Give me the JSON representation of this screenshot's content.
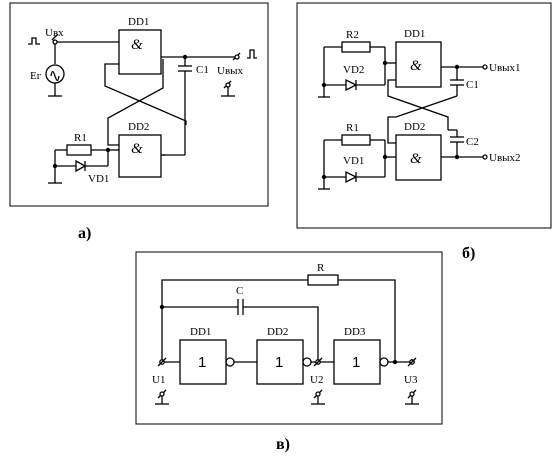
{
  "panel_a": {
    "caption": "а)",
    "gate1": "DD1",
    "gate2": "DD2",
    "and_symbol": "&",
    "resistor": "R1",
    "diode": "VD1",
    "capacitor": "C1",
    "input_label": "Uвх",
    "output_label": "Uвых",
    "source_label": "Eг"
  },
  "panel_b": {
    "caption": "б)",
    "gate1": "DD1",
    "gate2": "DD2",
    "and_symbol": "&",
    "resistor1": "R2",
    "diode1": "VD2",
    "resistor2": "R1",
    "diode2": "VD1",
    "capacitor1": "C1",
    "capacitor2": "C2",
    "output1": "Uвых1",
    "output2": "Uвых2"
  },
  "panel_c": {
    "caption": "в)",
    "gate1": "DD1",
    "gate2": "DD2",
    "gate3": "DD3",
    "gate_symbol": "1",
    "resistor": "R",
    "capacitor": "C",
    "node1": "U1",
    "node2": "U2",
    "node3": "U3"
  }
}
